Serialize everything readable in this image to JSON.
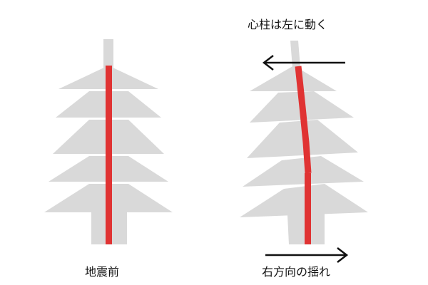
{
  "labels": {
    "before": "地震前",
    "core_moves_left": "心柱は左に動く",
    "sway_right": "右方向の揺れ"
  },
  "colors": {
    "pagoda": "#d9d9d9",
    "core_pillar": "#e03333",
    "arrow": "#111111",
    "background": "#ffffff"
  }
}
